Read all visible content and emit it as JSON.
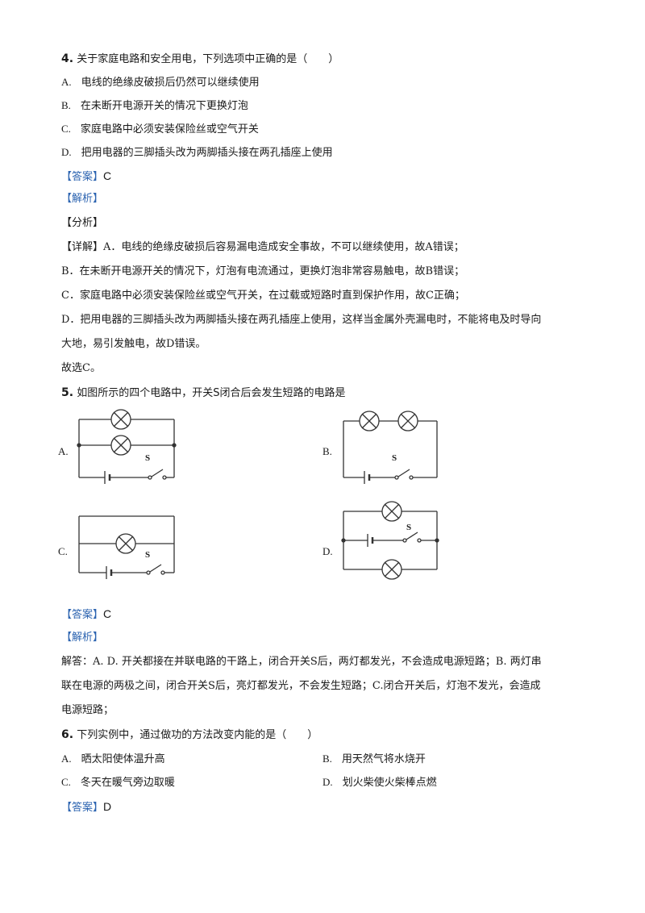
{
  "q4": {
    "number": "4.",
    "stem": "关于家庭电路和安全用电，下列选项中正确的是（　　）",
    "options": [
      {
        "letter": "A.",
        "text": "电线的绝缘皮破损后仍然可以继续使用"
      },
      {
        "letter": "B.",
        "text": "在未断开电源开关的情况下更换灯泡"
      },
      {
        "letter": "C.",
        "text": "家庭电路中必须安装保险丝或空气开关"
      },
      {
        "letter": "D.",
        "text": "把用电器的三脚插头改为两脚插头接在两孔插座上使用"
      }
    ],
    "answer_tag": "【答案】",
    "answer": "C",
    "analysis_tag": "【解析】",
    "fenxi_tag": "【分析】",
    "detail_tag": "【详解】",
    "detail_lines": [
      "A．电线的绝缘皮破损后容易漏电造成安全事故，不可以继续使用，故A错误；",
      "B．在未断开电源开关的情况下，灯泡有电流通过，更换灯泡非常容易触电，故B错误；",
      "C．家庭电路中必须安装保险丝或空气开关，在过载或短路时直到保护作用，故C正确；",
      "D．把用电器的三脚插头改为两脚插头接在两孔插座上使用，这样当金属外壳漏电时，不能将电及时导向",
      "大地，易引发触电，故D错误。"
    ],
    "conclusion": "故选C。"
  },
  "q5": {
    "number": "5.",
    "stem": "如图所示的四个电路中，开关S闭合后会发生短路的电路是",
    "labels": {
      "a": "A.",
      "b": "B.",
      "c": "C.",
      "d": "D."
    },
    "switch_label": "S",
    "answer_tag": "【答案】",
    "answer": "C",
    "analysis_tag": "【解析】",
    "explain_lines": [
      "解答：A. D. 开关都接在并联电路的干路上，闭合开关S后，两灯都发光，不会造成电源短路；B. 两灯串",
      "联在电源的两极之间，闭合开关S后，亮灯都发光，不会发生短路；C.闭合开关后，灯泡不发光，会造成",
      "电源短路；"
    ]
  },
  "q6": {
    "number": "6.",
    "stem": "下列实例中，通过做功的方法改变内能的是（　　）",
    "options": [
      {
        "letter": "A.",
        "text": "晒太阳使体温升高"
      },
      {
        "letter": "B.",
        "text": "用天然气将水烧开"
      },
      {
        "letter": "C.",
        "text": "冬天在暖气旁边取暖"
      },
      {
        "letter": "D.",
        "text": "划火柴使火柴棒点燃"
      }
    ],
    "answer_tag": "【答案】",
    "answer": "D"
  },
  "colors": {
    "text": "#1a1a1a",
    "bracket": "#2b63b0"
  }
}
